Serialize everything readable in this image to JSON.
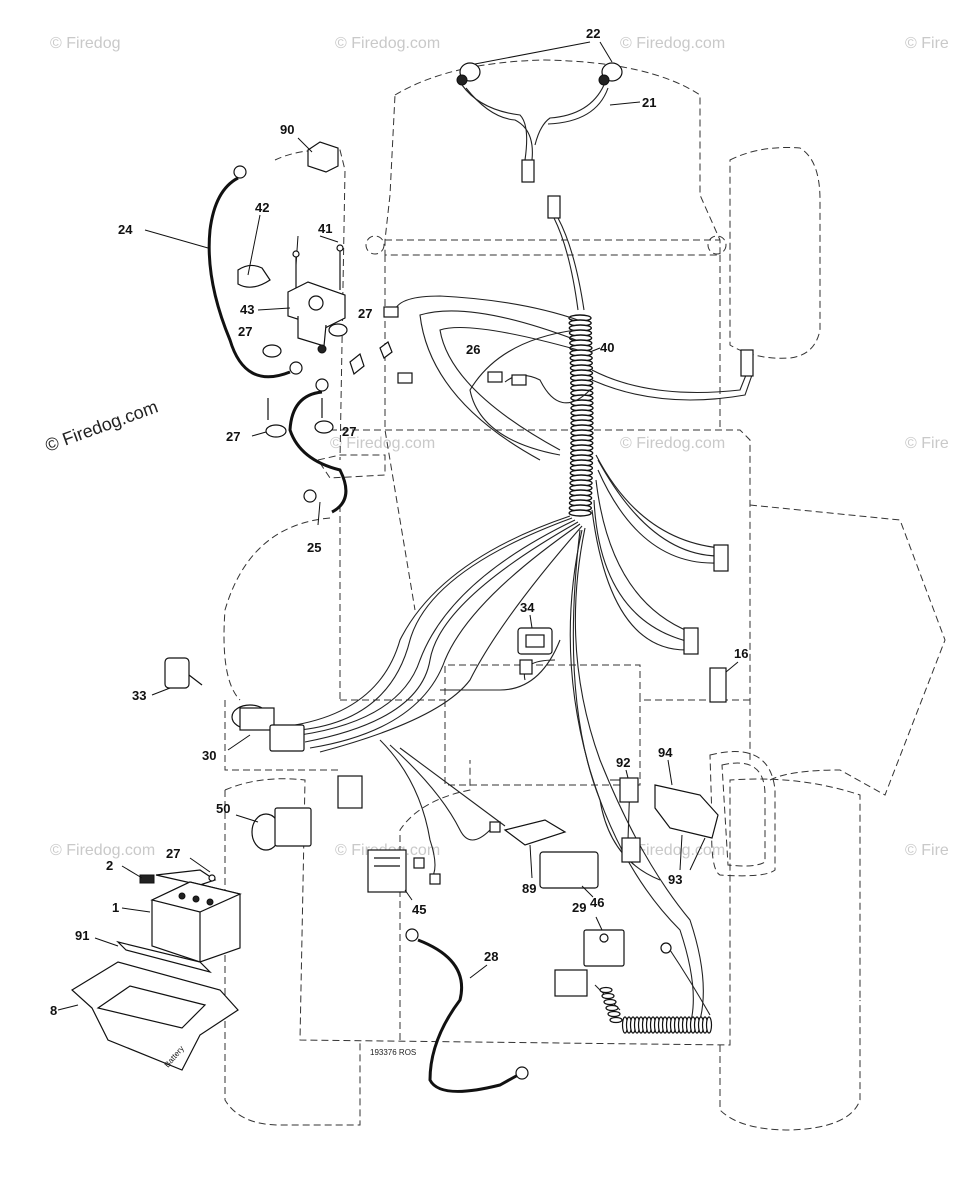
{
  "watermark": {
    "text": "© Firedog.com",
    "partial": "© Fire",
    "top_partial": "© Firedog"
  },
  "drawing_code": "193376 ROS",
  "battery_text": "Battery",
  "callouts": {
    "c22": "22",
    "c21": "21",
    "c90": "90",
    "c42": "42",
    "c41": "41",
    "c24": "24",
    "c43": "43",
    "c27a": "27",
    "c27b": "27",
    "c27c": "27",
    "c27d": "27",
    "c27e": "27",
    "c26": "26",
    "c40": "40",
    "c25": "25",
    "c34": "34",
    "c16": "16",
    "c33": "33",
    "c30": "30",
    "c50": "50",
    "c92": "92",
    "c94": "94",
    "c2": "2",
    "c1": "1",
    "c91": "91",
    "c8": "8",
    "c45": "45",
    "c89": "89",
    "c29": "29",
    "c46": "46",
    "c93": "93",
    "c28": "28"
  }
}
